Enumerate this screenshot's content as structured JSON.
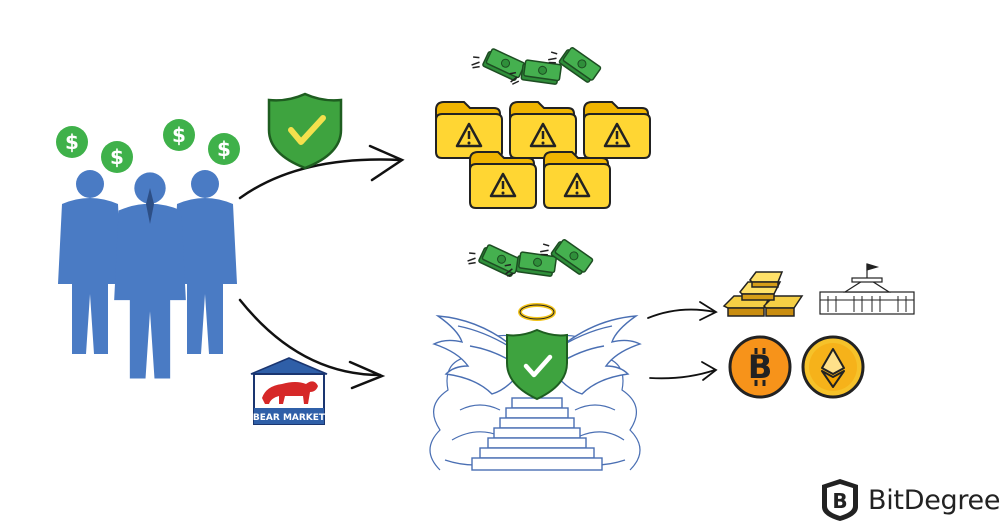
{
  "brand": {
    "name": "BitDegree",
    "logo_letter": "B"
  },
  "bear_market": {
    "label": "BEAR MARKET"
  },
  "colors": {
    "people": "#4a7bc4",
    "dollar": "#3fb14a",
    "folder": "#f6c826",
    "shield": "#3ea33f",
    "check": "#f4e04d",
    "gold": "#e9b62a",
    "bitcoin": "#f7931a",
    "ethereum_bg": "#f6c22a",
    "heaven_ink": "#4a6fb3"
  },
  "icons": {
    "people": "businessmen-group-icon",
    "dollar": "dollar-coin-icon",
    "shield": "shield-check-icon",
    "folder": "warning-folder-icon",
    "money": "cash-stack-icon",
    "heaven": "heaven-gate-icon",
    "gold": "gold-bars-icon",
    "government": "white-house-icon",
    "bitcoin": "bitcoin-icon",
    "ethereum": "ethereum-icon"
  }
}
